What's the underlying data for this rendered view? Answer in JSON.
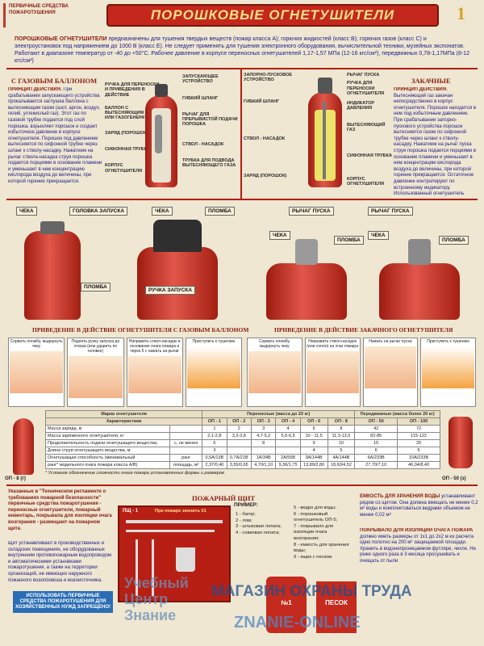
{
  "header": {
    "left_line1": "ПЕРВИЧНЫЕ СРЕДСТВА",
    "left_line2": "ПОЖАРОТУШЕНИЯ",
    "title": "ПОРОШКОВЫЕ ОГНЕТУШИТЕЛИ",
    "number": "1"
  },
  "intro": {
    "lead": "ПОРОШКОВЫЕ ОГНЕТУШИТЕЛИ",
    "text": "предназначены для тушения твердых веществ (пожар класса А); горючих жидкостей (класс В); горючих газов (класс С) и электроустановок под напряжением до 1000 В (класс Е). Не следует применять для тушения электронного оборудования, вычислительной техники, музейных экспонатов. Работают в диапазоне температур от -40 до +50°С. Рабочее давление в корпусе переносных огнетушителей 1,17-1,57 МПа (12-16 кгс/см²), передвижных 0,78-1,17МПа (8-12 кгс/см²)"
  },
  "gas": {
    "heading": "С ГАЗОВЫМ БАЛЛОНОМ",
    "principle_label": "ПРИНЦИП ДЕЙСТВИЯ.",
    "principle": "При срабатывании запускающего устройства прокалывается заглушка баллона с вытесняющим газом (азот, аргон, воздух, гелий, углекислый газ). Этот газ по газовой трубке подается под слой порошка, взрыхляет порошок и создает избыточное давление в корпусе огнетушителя. Порошок под давлением вытесняется по сифонной трубке через шланг к стволу-насадку. Нажатием на рычаг ствола-насадка струя порошка подается порциями в основание пламени и уменьшает в нем концентрацию кислорода воздуха до величины, при которой горение прекращается.",
    "parts_left": [
      "РУЧКА ДЛЯ ПЕРЕНОСКИ И ПРИВЕДЕНИЯ В ДЕЙСТВИЕ",
      "БАЛЛОН С ВЫТЕСНЯЮЩИМ ГАЗОМ ИЛИ ГАЗОГЕНЕРАТОР",
      "ЗАРЯД (ПОРОШОК)",
      "СИФОННАЯ ТРУБКА",
      "КОРПУС ОГНЕТУШИТЕЛЯ"
    ],
    "parts_right": [
      "ЗАПУСКАЮЩЕЕ УСТРОЙСТВО",
      "ГИБКИЙ ШЛАНГ",
      "РЫЧАГ ДЛЯ ПРЕРЫВИСТОЙ ПОДАЧИ ПОРОШКА",
      "СТВОЛ - НАСАДОК",
      "ТРУБКА ДЛЯ ПОДВОДА ВЫТЕСНЯЮЩЕГО ГАЗА"
    ]
  },
  "pump": {
    "heading": "ЗАКАЧНЫЕ",
    "principle_label": "ПРИНЦИП ДЕЙСТВИЯ.",
    "principle": "Вытесняющий газ закачан непосредственно в корпус огнетушителя. Порошок находится в нем под избыточным давлением. При срабатывании запорно-пускового устройства порошок вытесняется газом по сифонной трубке через шланг к стволу-насадку. Нажатием на рычаг пуска струя порошка подается порциями в основание пламени и уменьшает в нем концентрацию кислорода воздуха до величины, при которой горение прекращается. Остаточное давление контролируют по встроенному индикатору. Использованный огнетушитель сдают на перезарядку",
    "parts_left": [
      "ЗАПОРНО-ПУСКОВОЕ УСТРОЙСТВО",
      "ГИБКИЙ ШЛАНГ",
      "СТВОЛ - НАСАДОК",
      "ЗАРЯД (ПОРОШОК)"
    ],
    "parts_right": [
      "РЫЧАГ ПУСКА",
      "РУЧКА ДЛЯ ПЕРЕНОСКИ ОГНЕТУШИТЕЛЯ",
      "ИНДИКАТОР ДАВЛЕНИЯ",
      "ВЫТЕСНЯЮЩИЙ ГАЗ",
      "СИФОННАЯ ТРУБКА",
      "КОРПУС ОГНЕТУШИТЕЛЯ"
    ]
  },
  "details": {
    "cheka": "ЧЕКА",
    "head": "ГОЛОВКА ЗАПУСКА",
    "plomba": "ПЛОМБА",
    "handle": "РУЧКА ЗАПУСКА",
    "lever": "РЫЧАГ ПУСКА"
  },
  "action": {
    "gas_heading": "ПРИВЕДЕНИЕ В ДЕЙСТВИЕ ОГНЕТУШИТЕЛЯ С ГАЗОВЫМ БАЛЛОНОМ",
    "pump_heading": "ПРИВЕДЕНИЕ В ДЕЙСТВИЕ ЗАКАЧНОГО ОГНЕТУШИТЕЛЯ",
    "gas_steps": [
      "Сорвать пломбу, выдернуть чеку",
      "Поднять ручку запуска до отказа (или ударить по головке)",
      "Направить ствол-насадок в основание очага пожара и через 5 с нажать на рычаг",
      "Приступить к тушению"
    ],
    "pump_steps": [
      "Сорвать пломбу, выдернуть чеку",
      "Направить ствол-насадок (или сопло) на очаг пожара",
      "Нажать на рычаг пуска",
      "Приступить к тушению"
    ]
  },
  "table": {
    "col_mark": "Марка огнетушителя",
    "group1": "Переносные (масса до 20 кг)",
    "group2": "Передвижные (масса более 20 кг)",
    "char": "Характеристики",
    "models": [
      "ОП - 1",
      "ОП - 2",
      "ОП - 3",
      "ОП - 4",
      "ОП - 6",
      "ОП - 8",
      "ОП - 50",
      "ОП - 100"
    ],
    "rows": [
      {
        "name": "Масса заряда, кг",
        "unit": "",
        "v": [
          "1",
          "2",
          "3",
          "4",
          "6",
          "8",
          "42",
          "72"
        ]
      },
      {
        "name": "Масса заряженного огнетушителя, кг",
        "unit": "",
        "v": [
          "2,1-2,8",
          "3,3-3,8",
          "4,7-5,2",
          "5,6-6,5",
          "10 - 11,5",
          "11,3-13,0",
          "82-85",
          "115-122"
        ]
      },
      {
        "name": "Продолжительность подачи огнетушащего вещества,",
        "unit": "с, не менее",
        "v": [
          "6",
          "",
          "8",
          "",
          "9",
          "10",
          "15",
          "20"
        ]
      },
      {
        "name": "Длина струи огнетушащего вещества, м",
        "unit": "",
        "v": [
          "3",
          "",
          "",
          "",
          "4",
          "5",
          "6",
          "6"
        ]
      },
      {
        "name": "Огнетушащая способность (минимальный",
        "unit": "ранг",
        "v": [
          "0,5A/13B",
          "0,7A/21B",
          "1A/34B",
          "2A/55B",
          "3A/144B",
          "4A/144B",
          "6A/233B",
          "10A/233B"
        ]
      },
      {
        "name": "ранг* модельного очага пожара класса А/В)",
        "unit": "площадь, м²",
        "v": [
          "2,37/0,40",
          "3,55/0,65",
          "4,70/1,10",
          "9,36/1,75",
          "13,89/2,80",
          "18,60/4,52",
          "27,70/7,10",
          "46,04/8,40"
        ]
      }
    ],
    "note": "* Условное обозначение сложности очага пожара установленных формы и размеров",
    "left_ext": "ОП - 8 (г)",
    "right_ext": "ОП - 50 (з)"
  },
  "shield": {
    "heading": "ПОЖАРНЫЙ ЩИТ",
    "board": "ПЩ - 1",
    "call": "При пожаре звонить 01",
    "example": "ПРИМЕР:",
    "left_list": [
      "1 - багор;",
      "2 - лом;",
      "3 - штыковая лопата;",
      "4 - совковая лопата;"
    ],
    "right_list": [
      "5 - ведро для воды;",
      "6 - порошковый огнетушитель ОП-5;",
      "7 - покрывало для изоляции очага возгорания;",
      "8 - емкость для хранения воды;",
      "9 - ящик с песком"
    ],
    "sand": "ПЕСОК",
    "no": "№1",
    "reg": "Указанные в \"Техническом регламенте о требованиях пожарной безопасности\" первичные средства пожаротушения - переносные огнетушители, пожарный инвентарь, покрывала для изоляции очага возгорания - размещают на пожарном щите.",
    "reg2": "Щит устанавливают в производственных и складских помещениях, не оборудованных внутренним противопожарным водопроводом и автоматическими установками пожаротушения, а также на территории организаций, не имеющих наружного пожарного водопровода и водоисточника.",
    "water_h": "ЕМКОСТЬ ДЛЯ ХРАНЕНИЯ ВОДЫ",
    "water": "устанавливают рядом со щитом. Она должна вмещать не менее 0,2 м³ воды и комплектоваться ведрами объемом не менее 0,02 м³",
    "cover_h": "ПОКРЫВАЛО ДЛЯ ИЗОЛЯЦИИ ОЧАГА ПОЖАРА",
    "cover": "должно иметь размеры от 1x1 до 2x2 м из расчета одно полотно на 200 м² защищаемой площади. Хранить в водонепроницаемом футляре, чехле. Не реже одного раза в 3 месяца просушивать и очищать от пыли"
  },
  "watermarks": {
    "left1": "Учебный",
    "left2": "Центр",
    "left3": "Знание",
    "buy": "ИСПОЛЬЗОВАТЬ ПЕРВИЧНЫЕ СРЕДСТВА ПОЖАРОТУШЕНИЯ ДЛЯ ХОЗЯЙСТВЕННЫХ НУЖД ЗАПРЕЩЕНО!",
    "shop": "МАГАЗИН ОХРАНЫ ТРУДА",
    "site": "ZNANIE-ONLINE"
  }
}
